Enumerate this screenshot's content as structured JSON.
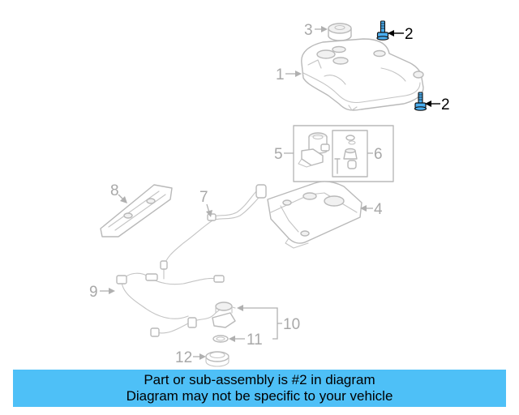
{
  "diagram": {
    "callouts": [
      {
        "number": "1",
        "highlighted": false
      },
      {
        "number": "2",
        "highlighted": true
      },
      {
        "number": "2",
        "highlighted": true
      },
      {
        "number": "3",
        "highlighted": false
      },
      {
        "number": "4",
        "highlighted": false
      },
      {
        "number": "5",
        "highlighted": false
      },
      {
        "number": "6",
        "highlighted": false
      },
      {
        "number": "7",
        "highlighted": false
      },
      {
        "number": "8",
        "highlighted": false
      },
      {
        "number": "9",
        "highlighted": false
      },
      {
        "number": "10",
        "highlighted": false
      },
      {
        "number": "11",
        "highlighted": false
      },
      {
        "number": "12",
        "highlighted": false
      }
    ],
    "highlight_color": "#4aaef0"
  },
  "banner": {
    "line1": "Part or sub-assembly is #2 in diagram",
    "line2": "Diagram may not be specific to your vehicle",
    "background_color": "#4ec0f7"
  }
}
